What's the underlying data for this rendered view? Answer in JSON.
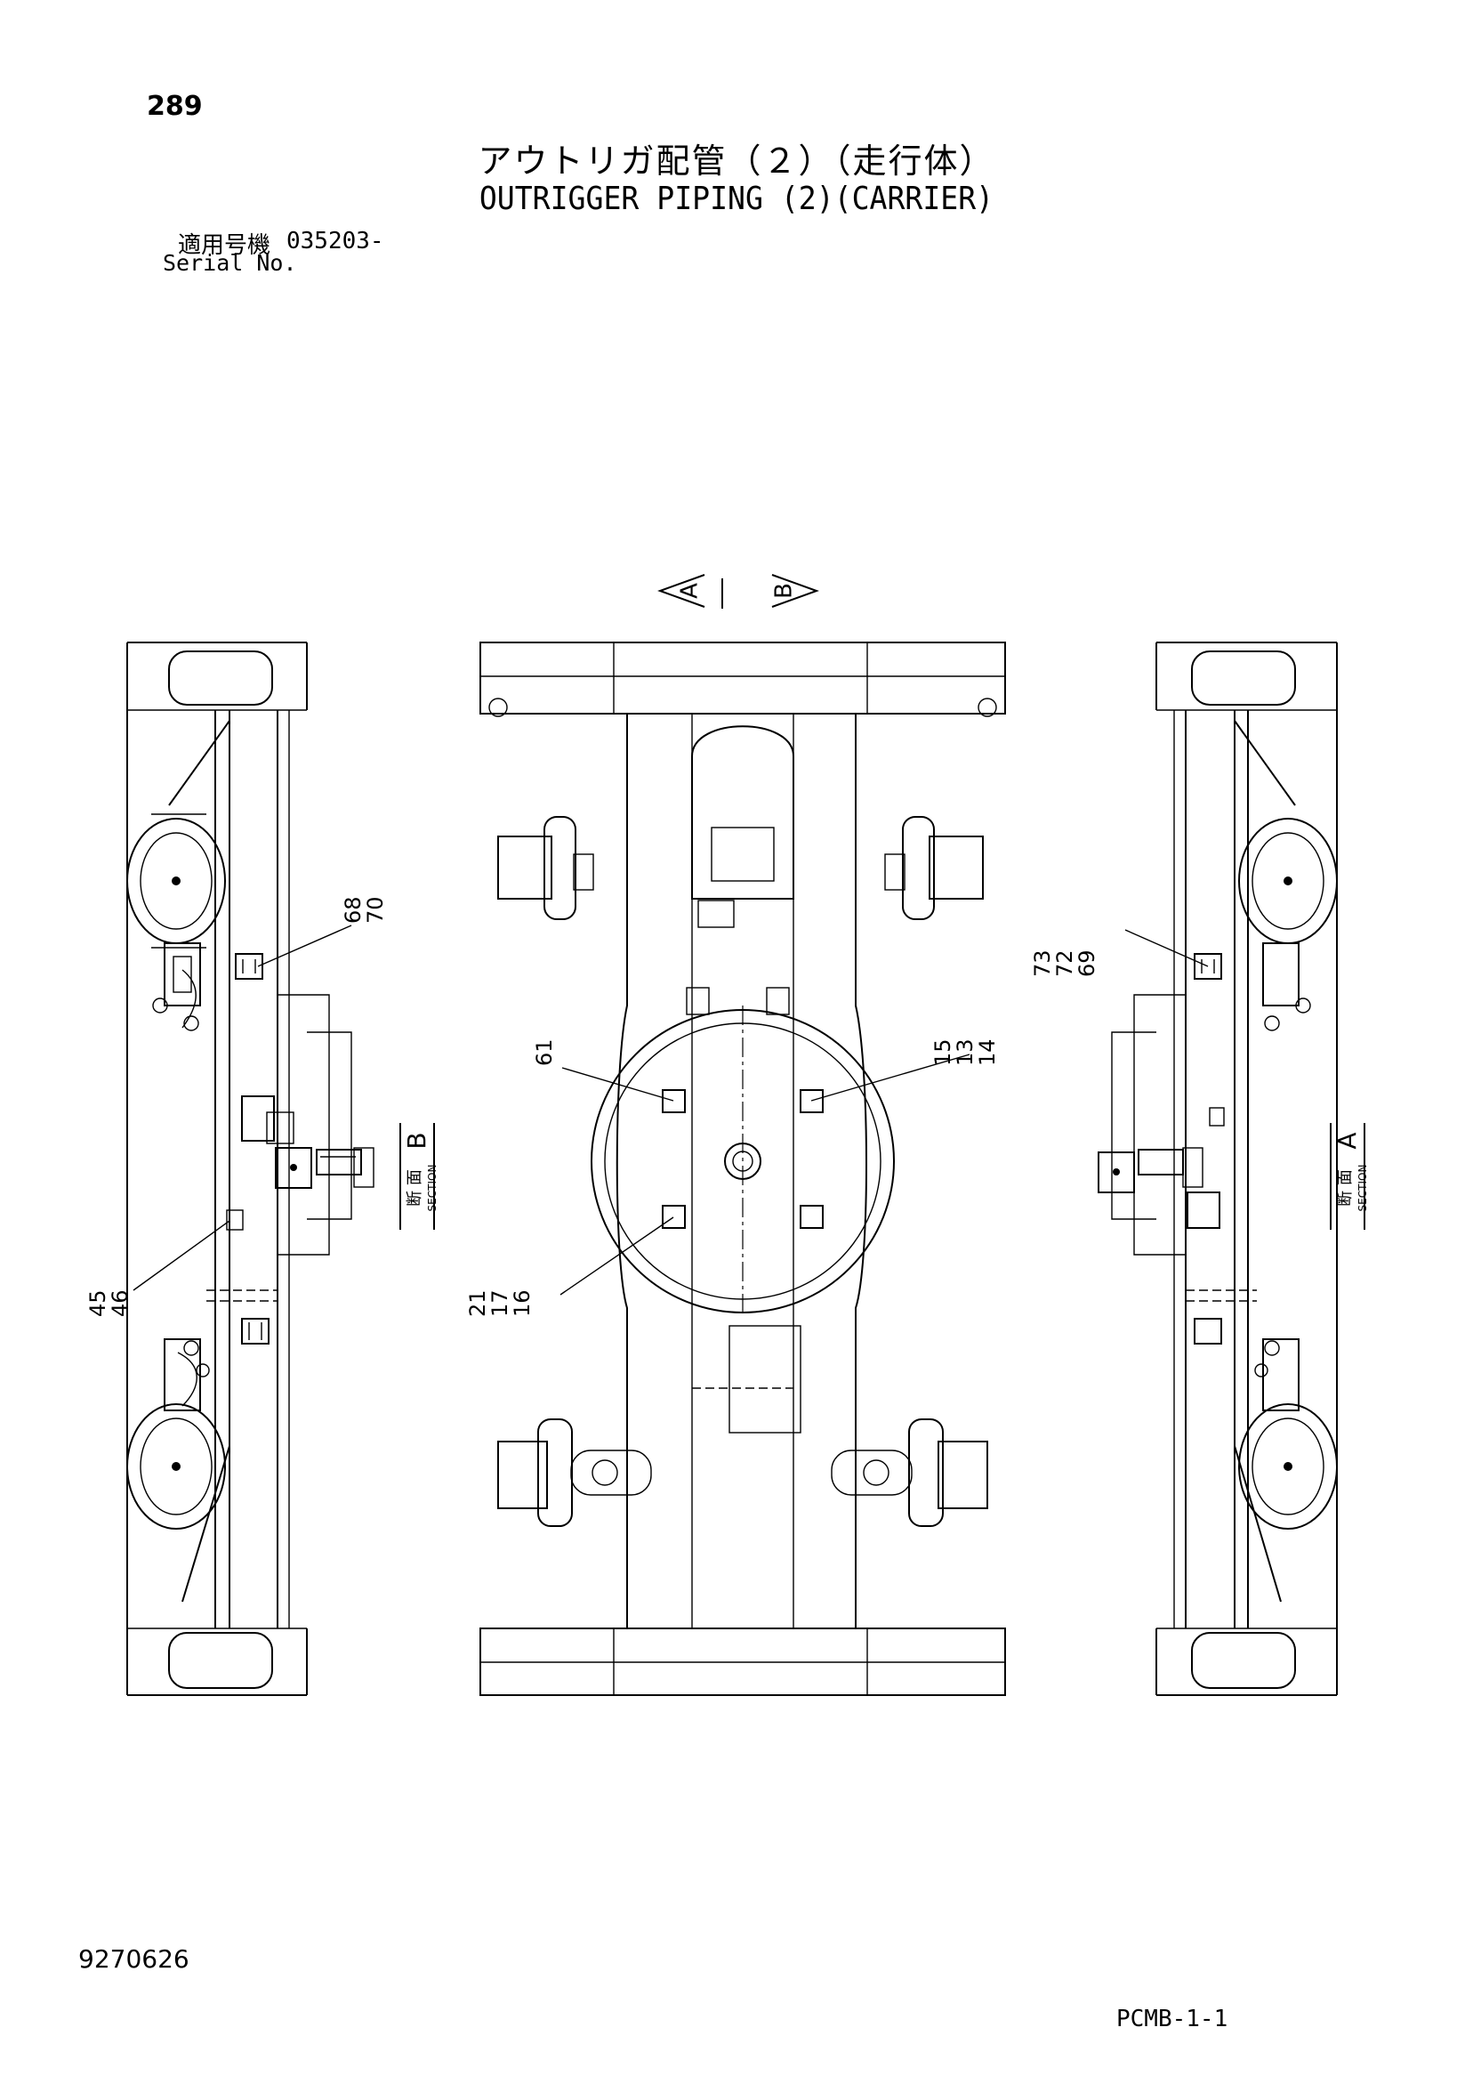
{
  "header": {
    "page_number": "289",
    "title_jp": "アウトリガ配管（２）（走行体）",
    "title_en": "OUTRIGGER PIPING (2)(CARRIER)",
    "serial_label_jp": "適用号機",
    "serial_value": "035203-",
    "serial_label_en": "Serial No."
  },
  "footer": {
    "doc_number": "9270626",
    "sheet_code": "PCMB-1-1"
  },
  "view_markers": {
    "a": "A",
    "b": "B"
  },
  "section_tags": {
    "left": {
      "kanji": "断 面",
      "word": "SECTION",
      "letter": "B"
    },
    "right": {
      "kanji": "断 面",
      "word": "SECTION",
      "letter": "A"
    }
  },
  "callouts": {
    "left_upper": [
      "68",
      "70"
    ],
    "left_lower": [
      "45",
      "46"
    ],
    "center_upper_left": [
      "61"
    ],
    "center_upper_right": [
      "15",
      "13",
      "14"
    ],
    "center_lower": [
      "21",
      "17",
      "16"
    ],
    "right_upper": [
      "73",
      "72",
      "69"
    ]
  }
}
